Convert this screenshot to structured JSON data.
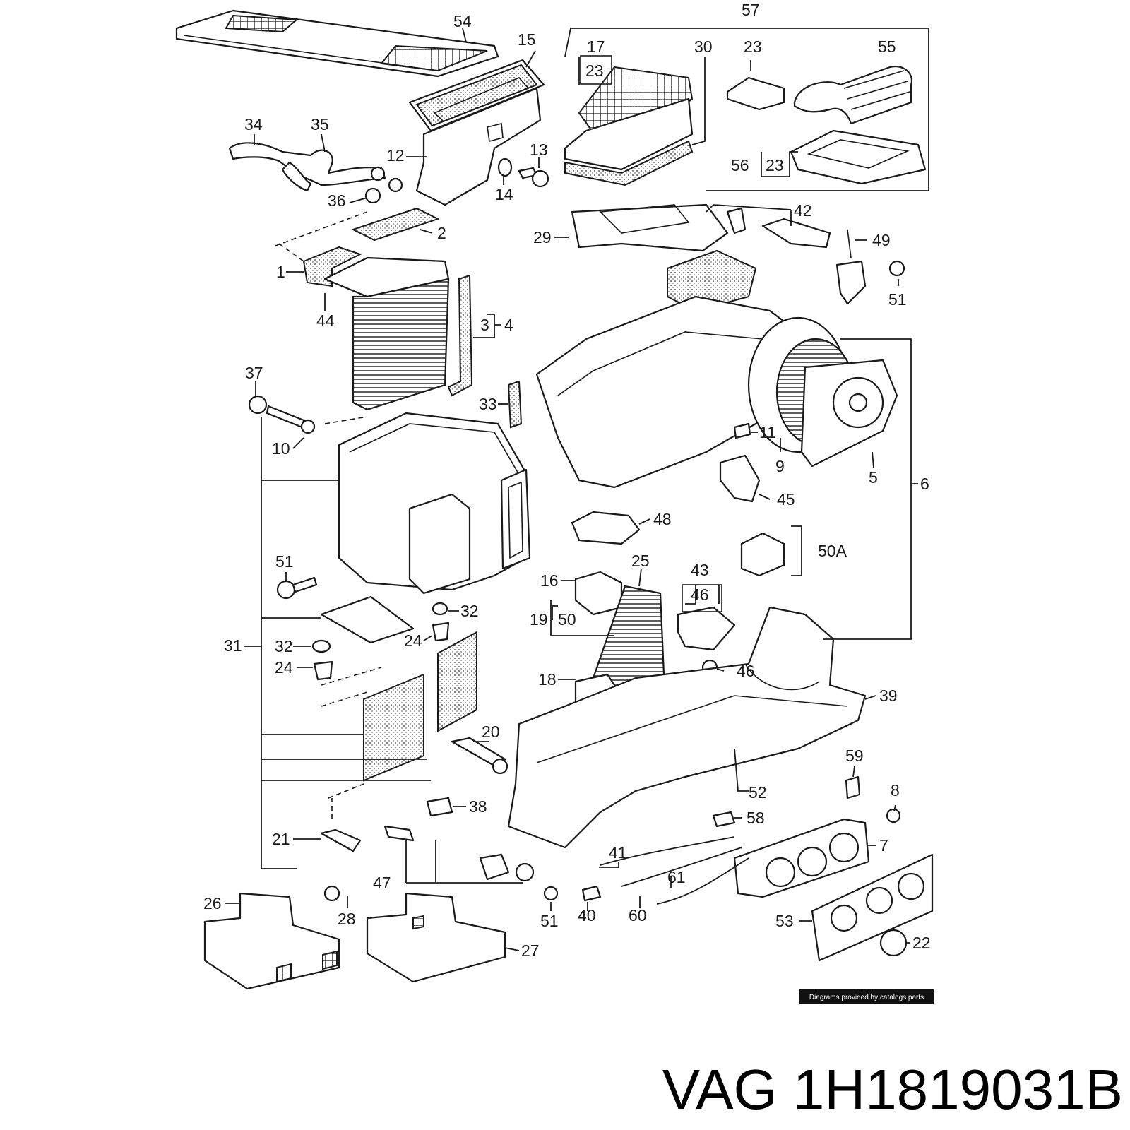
{
  "callouts": [
    {
      "id": "c57",
      "text": "57"
    },
    {
      "id": "c54",
      "text": "54"
    },
    {
      "id": "c15",
      "text": "15"
    },
    {
      "id": "c17",
      "text": "17"
    },
    {
      "id": "c23a",
      "text": "23"
    },
    {
      "id": "c30",
      "text": "30"
    },
    {
      "id": "c23b",
      "text": "23"
    },
    {
      "id": "c55",
      "text": "55"
    },
    {
      "id": "c34",
      "text": "34"
    },
    {
      "id": "c35",
      "text": "35"
    },
    {
      "id": "c12",
      "text": "12"
    },
    {
      "id": "c13",
      "text": "13"
    },
    {
      "id": "c14",
      "text": "14"
    },
    {
      "id": "c56",
      "text": "56"
    },
    {
      "id": "c23c",
      "text": "23"
    },
    {
      "id": "c36",
      "text": "36"
    },
    {
      "id": "c2",
      "text": "2"
    },
    {
      "id": "c29",
      "text": "29"
    },
    {
      "id": "c42",
      "text": "42"
    },
    {
      "id": "c49",
      "text": "49"
    },
    {
      "id": "c1",
      "text": "1"
    },
    {
      "id": "c44",
      "text": "44"
    },
    {
      "id": "c51a",
      "text": "51"
    },
    {
      "id": "c3",
      "text": "3"
    },
    {
      "id": "c4",
      "text": "4"
    },
    {
      "id": "c37",
      "text": "37"
    },
    {
      "id": "c33",
      "text": "33"
    },
    {
      "id": "c11",
      "text": "11"
    },
    {
      "id": "c10",
      "text": "10"
    },
    {
      "id": "c9",
      "text": "9"
    },
    {
      "id": "c5",
      "text": "5"
    },
    {
      "id": "c6",
      "text": "6"
    },
    {
      "id": "c45",
      "text": "45"
    },
    {
      "id": "c48",
      "text": "48"
    },
    {
      "id": "c50A",
      "text": "50A"
    },
    {
      "id": "c51b",
      "text": "51"
    },
    {
      "id": "c25",
      "text": "25"
    },
    {
      "id": "c43",
      "text": "43"
    },
    {
      "id": "c16",
      "text": "16"
    },
    {
      "id": "c46a",
      "text": "46"
    },
    {
      "id": "c32a",
      "text": "32"
    },
    {
      "id": "c19",
      "text": "19"
    },
    {
      "id": "c50",
      "text": "50"
    },
    {
      "id": "c24a",
      "text": "24"
    },
    {
      "id": "c31",
      "text": "31"
    },
    {
      "id": "c32b",
      "text": "32"
    },
    {
      "id": "c24b",
      "text": "24"
    },
    {
      "id": "c46b",
      "text": "46"
    },
    {
      "id": "c18",
      "text": "18"
    },
    {
      "id": "c39",
      "text": "39"
    },
    {
      "id": "c20",
      "text": "20"
    },
    {
      "id": "c59",
      "text": "59"
    },
    {
      "id": "c52",
      "text": "52"
    },
    {
      "id": "c8",
      "text": "8"
    },
    {
      "id": "c38",
      "text": "38"
    },
    {
      "id": "c58",
      "text": "58"
    },
    {
      "id": "c21",
      "text": "21"
    },
    {
      "id": "c7",
      "text": "7"
    },
    {
      "id": "c41",
      "text": "41"
    },
    {
      "id": "c61",
      "text": "61"
    },
    {
      "id": "c47",
      "text": "47"
    },
    {
      "id": "c26",
      "text": "26"
    },
    {
      "id": "c28",
      "text": "28"
    },
    {
      "id": "c51c",
      "text": "51"
    },
    {
      "id": "c40",
      "text": "40"
    },
    {
      "id": "c60",
      "text": "60"
    },
    {
      "id": "c53",
      "text": "53"
    },
    {
      "id": "c22",
      "text": "22"
    },
    {
      "id": "c27",
      "text": "27"
    }
  ],
  "credit": "Diagrams provided by catalogs parts",
  "part_number": "VAG 1H1819031B"
}
